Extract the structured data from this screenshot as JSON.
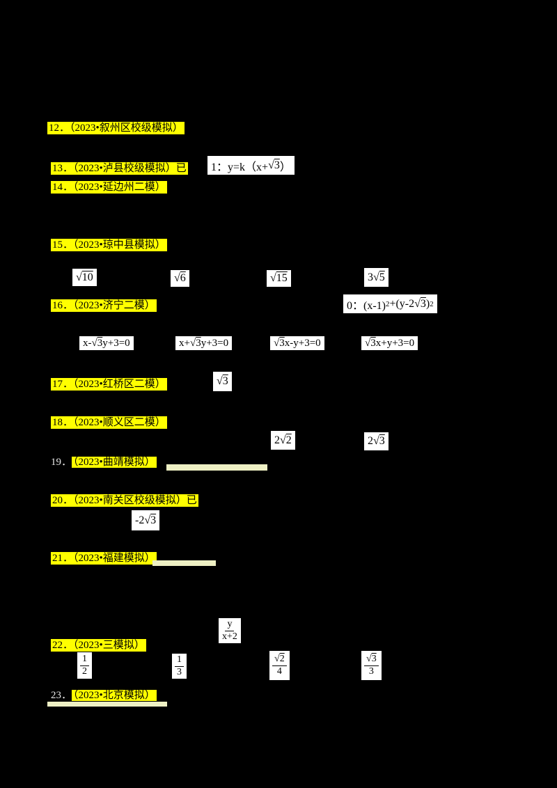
{
  "colors": {
    "page_background": "#000000",
    "highlight_yellow": "#ffff00",
    "pale_highlight": "#eef0c4",
    "formula_box_background": "#ffffff",
    "faint_number_text": "#e8e8e8"
  },
  "items": {
    "i12": {
      "label": "12．（2023•叙州区校级模拟）"
    },
    "i13": {
      "label": "13．（2023•泸县校级模拟）已"
    },
    "i14": {
      "label": "14．（2023•延边州二模）"
    },
    "i15": {
      "label": "15．（2023•琼中县模拟）"
    },
    "i16": {
      "label": "16．（2023•济宁二模）"
    },
    "i17": {
      "label": "17．（2023•红桥区二模）"
    },
    "i18": {
      "label": "18．（2023•顺义区二模）"
    },
    "i19": {
      "num": "19．",
      "label": "（2023•曲靖模拟）"
    },
    "i20": {
      "label": "20．（2023•南关区校级模拟）已"
    },
    "i21": {
      "label": "21．（2023•福建模拟）"
    },
    "i22": {
      "label": "22．（2023•三模拟）"
    },
    "i23": {
      "num": "23．",
      "label": "（2023•北京模拟）"
    }
  },
  "math": {
    "line13": "1：y=k（x+@{3}）",
    "opt15a": "@{10}",
    "opt15b": "@{6}",
    "opt15c": "@{15}",
    "opt15d": "3@{5}",
    "circle16": "0：(x-1)^{2}+(y-2@{3})^{2}",
    "opt16a": "x-@{3}y+3=0",
    "opt16b": "x+@{3}y+3=0",
    "opt16c": "@{3}x-y+3=0",
    "opt16d": "@{3}x+y+3=0",
    "val17": "@{3}",
    "opt18a": "2@{2}",
    "opt18b": "2@{3}",
    "val20": "-2@{3}",
    "frac22q": {
      "num": "y",
      "den": "x+2"
    },
    "opt22a": {
      "num": "1",
      "den": "2"
    },
    "opt22b": {
      "num": "1",
      "den": "3"
    },
    "opt22c": {
      "num": "@{2}",
      "den": "4"
    },
    "opt22d": {
      "num": "@{3}",
      "den": "3"
    }
  }
}
